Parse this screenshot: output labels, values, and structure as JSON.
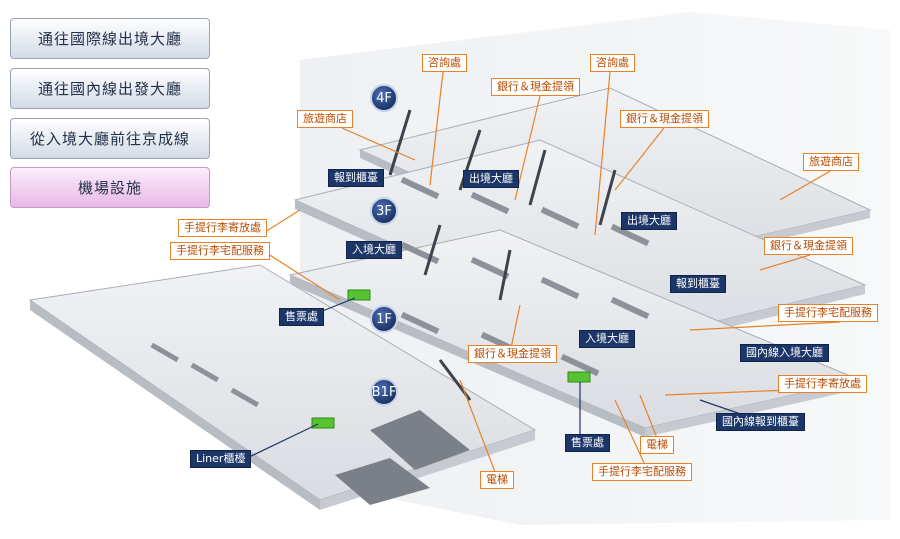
{
  "nav": {
    "intl_departure": "通往國際線出境大廳",
    "domestic_departure": "通往國內線出發大廳",
    "to_keisei": "從入境大廳前往京成線",
    "facilities": "機場設施"
  },
  "floors": {
    "f4": "4F",
    "f3": "3F",
    "f1": "1F",
    "b1": "B1F"
  },
  "labels": {
    "info_desk_1": "咨詢處",
    "info_desk_2": "咨詢處",
    "travel_shop_1": "旅遊商店",
    "travel_shop_2": "旅遊商店",
    "bank_atm_1": "銀行＆現金提領",
    "bank_atm_2": "銀行＆現金提領",
    "bank_atm_3": "銀行＆現金提領",
    "bank_atm_4": "銀行＆現金提領",
    "checkin_1": "報到櫃臺",
    "checkin_2": "報到櫃臺",
    "departure_hall_1": "出境大廳",
    "departure_hall_2": "出境大廳",
    "arrival_hall_1": "入境大廳",
    "arrival_hall_2": "入境大廳",
    "luggage_storage_1": "手提行李寄放處",
    "luggage_storage_2": "手提行李寄放處",
    "luggage_delivery_1": "手提行李宅配服務",
    "luggage_delivery_2": "手提行李宅配服務",
    "luggage_delivery_3": "手提行李宅配服務",
    "ticket_1": "售票處",
    "ticket_2": "售票處",
    "domestic_arrival": "國內線入境大廳",
    "domestic_checkin": "國內線報到櫃臺",
    "elevator_1": "電梯",
    "elevator_2": "電梯",
    "liner": "Liner櫃檯"
  }
}
